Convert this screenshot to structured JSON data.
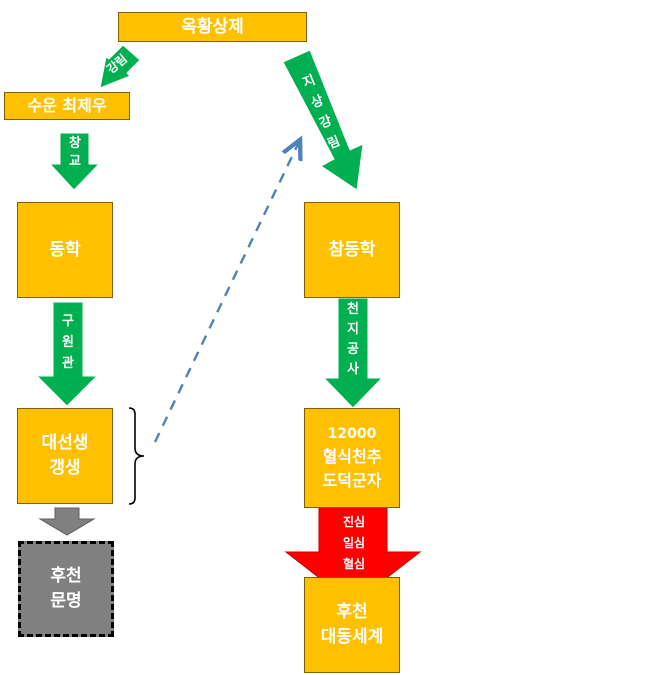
{
  "top": {
    "label": "옥황상제"
  },
  "left_chain": {
    "suun": "수운 최제우",
    "arrow_gangrim": "강림",
    "arrow_changgyo": [
      "창",
      "교"
    ],
    "donghak": "동학",
    "arrow_guwongwan": [
      "구",
      "원",
      "관"
    ],
    "daeseonsaeng": [
      "대선생",
      "갱생"
    ],
    "hucheon": [
      "후천",
      "문명"
    ]
  },
  "right_chain": {
    "arrow_jisang": [
      "지",
      "상",
      "강",
      "림"
    ],
    "chamdonghak": "참동학",
    "arrow_cheonji": [
      "천",
      "지",
      "공",
      "사"
    ],
    "cheorsik": [
      "12000",
      "혈식천추",
      "도덕군자"
    ],
    "arrow_jinsim": [
      "진심",
      "일심",
      "혈심"
    ],
    "daedong": [
      "후천",
      "대동세계"
    ]
  },
  "colors": {
    "yellow_box": "#ffc000",
    "green_arrow": "#00b050",
    "red_arrow": "#ff0000",
    "gray_box": "#808080",
    "dashed_arrow": "#4f81bd"
  }
}
